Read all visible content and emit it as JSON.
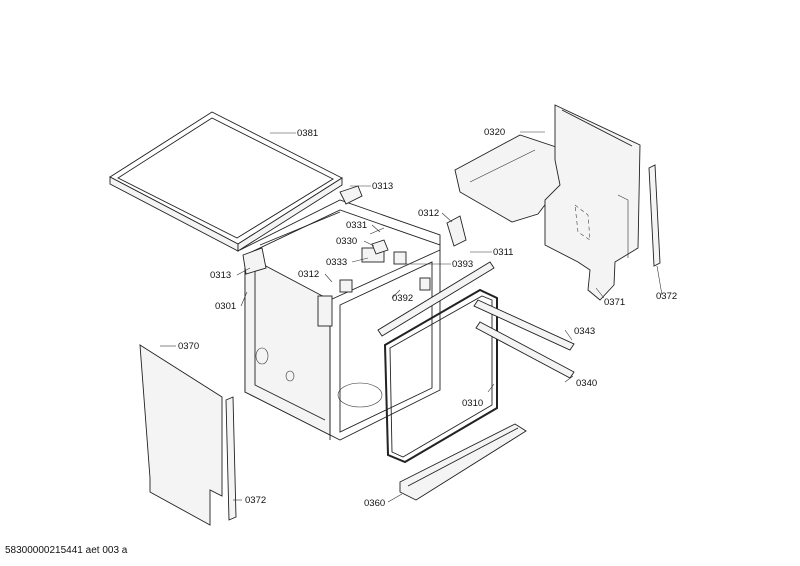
{
  "drawing_id": "58300000215441 aet 003 a",
  "labels": [
    {
      "id": "0381",
      "text": "0381"
    },
    {
      "id": "0313a",
      "text": "0313"
    },
    {
      "id": "0320",
      "text": "0320"
    },
    {
      "id": "0331",
      "text": "0331"
    },
    {
      "id": "0312a",
      "text": "0312"
    },
    {
      "id": "0330",
      "text": "0330"
    },
    {
      "id": "0333",
      "text": "0333"
    },
    {
      "id": "0393",
      "text": "0393"
    },
    {
      "id": "0311",
      "text": "0311"
    },
    {
      "id": "0313b",
      "text": "0313"
    },
    {
      "id": "0312b",
      "text": "0312"
    },
    {
      "id": "0392",
      "text": "0392"
    },
    {
      "id": "0301",
      "text": "0301"
    },
    {
      "id": "0371",
      "text": "0371"
    },
    {
      "id": "0372a",
      "text": "0372"
    },
    {
      "id": "0343",
      "text": "0343"
    },
    {
      "id": "0370",
      "text": "0370"
    },
    {
      "id": "0340",
      "text": "0340"
    },
    {
      "id": "0310",
      "text": "0310"
    },
    {
      "id": "0372b",
      "text": "0372"
    },
    {
      "id": "0360",
      "text": "0360"
    }
  ]
}
